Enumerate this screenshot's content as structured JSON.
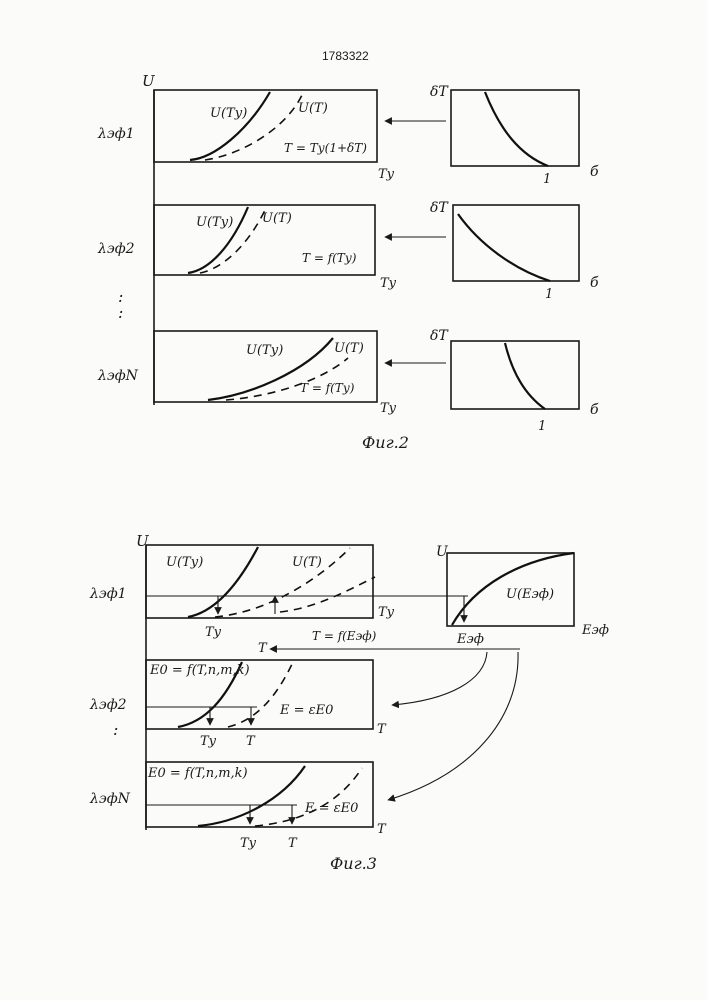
{
  "header": {
    "patent_number": "1783322"
  },
  "fig2": {
    "caption": "Фиг.2",
    "y_axis_label": "U",
    "dots": ":",
    "panels": [
      {
        "lambda": "λэф1",
        "curve_ty": "U(Tу)",
        "curve_t": "U(T)",
        "relation": "T = Tу(1+δT)",
        "x_label": "Tу",
        "side": {
          "y_label": "δT",
          "x_label": "б",
          "tick": "1"
        }
      },
      {
        "lambda": "λэф2",
        "curve_ty": "U(Tу)",
        "curve_t": "U(T)",
        "relation": "T = f(Tу)",
        "x_label": "Tу",
        "side": {
          "y_label": "δT",
          "x_label": "б",
          "tick": "1"
        }
      },
      {
        "lambda": "λэфN",
        "curve_ty": "U(Tу)",
        "curve_t": "U(T)",
        "relation": "T = f(Tу)",
        "x_label": "Tу",
        "side": {
          "y_label": "δT",
          "x_label": "б",
          "tick": "1"
        }
      }
    ]
  },
  "fig3": {
    "caption": "Фиг.3",
    "y_axis_label": "U",
    "dots": ":",
    "top": {
      "lambda": "λэф1",
      "curve_ty": "U(Tу)",
      "curve_t": "U(T)",
      "x_label": "Tу",
      "marker_ty": "Tу",
      "t_label": "T",
      "relation": "T = f(Eэф)"
    },
    "side": {
      "y_label": "U",
      "curve": "U(Eэф)",
      "x_label": "Eэф",
      "marker": "Eэф"
    },
    "panels": [
      {
        "lambda": "λэф2",
        "e0": "E0 = f(T,n,m,k)",
        "eq": "E = εE0",
        "x_label": "T",
        "marker_ty": "Tу",
        "marker_t": "T"
      },
      {
        "lambda": "λэфN",
        "e0": "E0 = f(T,n,m,k)",
        "eq": "E = εE0",
        "x_label": "T",
        "marker_ty": "Tу",
        "marker_t": "T"
      }
    ]
  }
}
